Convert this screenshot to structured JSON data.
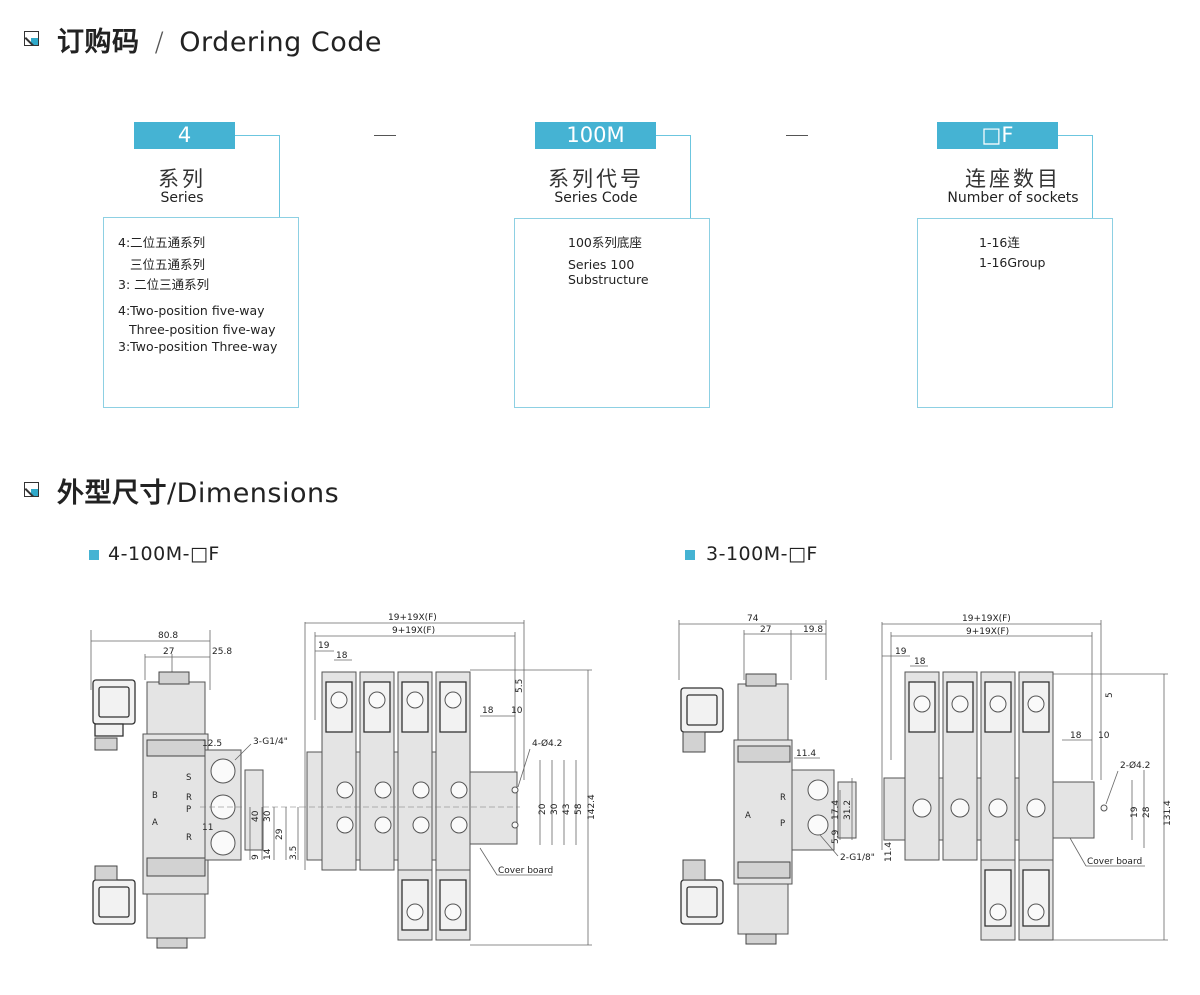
{
  "ordering": {
    "title_cn": "订购码",
    "title_sep": "/",
    "title_en": "Ordering Code",
    "separator": "—",
    "blocks": [
      {
        "code": "4",
        "label_cn": "系列",
        "label_en": "Series",
        "lines": [
          "4:二位五通系列",
          "三位五通系列",
          "3: 二位三通系列",
          "4:Two-position five-way",
          "Three-position five-way",
          "3:Two-position Three-way"
        ]
      },
      {
        "code": "100M",
        "label_cn": "系列代号",
        "label_en": "Series Code",
        "lines": [
          "100系列底座",
          "Series 100",
          "Substructure"
        ]
      },
      {
        "code": "□F",
        "label_cn": "连座数目",
        "label_en": "Number of sockets",
        "lines": [
          "1-16连",
          "1-16Group"
        ]
      }
    ]
  },
  "dimensions": {
    "title_cn": "外型尺寸",
    "title_en": "/Dimensions",
    "models": [
      {
        "name": "4-100M-□F",
        "side": {
          "width_total": "80.8",
          "width_a": "27",
          "width_b": "25.8",
          "port": "3-G1/4\"",
          "dim_12_5": "12.5",
          "dim_11": "11",
          "dim_9": "9",
          "dim_14": "14",
          "dim_29": "29",
          "dim_30": "30",
          "dim_40": "40",
          "dim_3_5": "3.5",
          "port_letters": [
            "A",
            "B",
            "S",
            "R",
            "P",
            "R"
          ]
        },
        "front": {
          "dim_total": "19+19X(F)",
          "dim_inner": "9+19X(F)",
          "dim_19": "19",
          "dim_18": "18",
          "dim_18b": "18",
          "dim_10": "10",
          "dim_5_5": "5.5",
          "holes": "4-Ø4.2",
          "dim_20": "20",
          "dim_30": "30",
          "dim_43": "43",
          "dim_58": "58",
          "dim_142_4": "142.4",
          "cover": "Cover board"
        }
      },
      {
        "name": "3-100M-□F",
        "side": {
          "width_total": "74",
          "width_a": "27",
          "width_b": "19.8",
          "dim_11_4": "11.4",
          "dim_17_4": "17.4",
          "dim_31_2": "31.2",
          "dim_5_9": "5.9",
          "dim_11_4b": "11.4",
          "port": "2-G1/8\"",
          "port_letters": [
            "A",
            "P",
            "R"
          ]
        },
        "front": {
          "dim_total": "19+19X(F)",
          "dim_inner": "9+19X(F)",
          "dim_19": "19",
          "dim_18": "18",
          "dim_18b": "18",
          "dim_10": "10",
          "dim_5": "5",
          "holes": "2-Ø4.2",
          "dim_19b": "19",
          "dim_28": "28",
          "dim_131_4": "131.4",
          "cover": "Cover board"
        }
      }
    ]
  },
  "colors": {
    "accent": "#45b3d3",
    "box_border": "#8dd0e3",
    "drawing_fill": "#e4e4e4",
    "drawing_stroke": "#555555"
  }
}
